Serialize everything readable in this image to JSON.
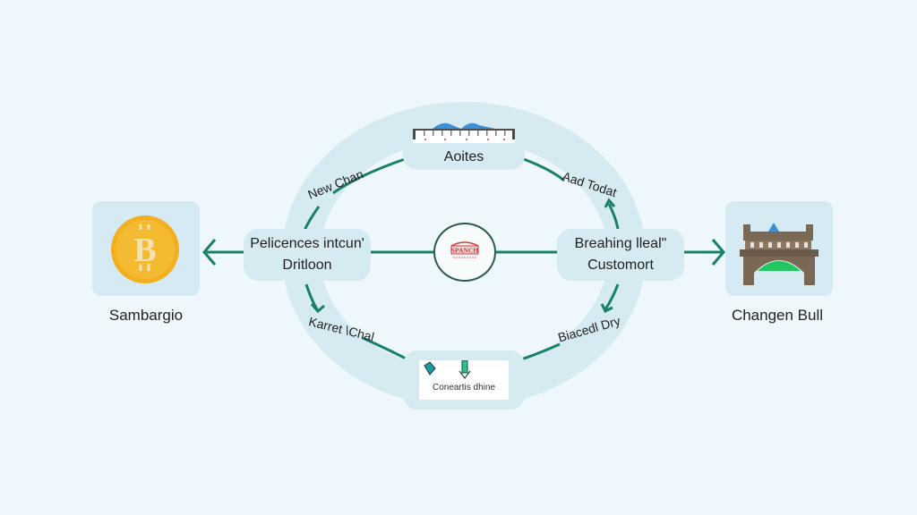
{
  "colors": {
    "background": "#eef7fb",
    "ring": "#d6eaf2",
    "connector": "#17806a",
    "coin": "#f2b020",
    "bridge_stone": "#7a6754",
    "bridge_arch": "#22c55e",
    "accent_blue": "#3a8fd6",
    "logo_red": "#d13b3b"
  },
  "left_entity": {
    "label": "Sambargio",
    "icon": "bitcoin-coin-icon",
    "icon_glyph": "₿"
  },
  "right_entity": {
    "label": "Changen Bull",
    "icon": "bridge-castle-icon"
  },
  "nodes": {
    "top": {
      "label": "Aoites",
      "icon": "bridge-banner-icon"
    },
    "left": {
      "line1": "Pelicences intcun'",
      "line2": "Dritloon"
    },
    "right": {
      "line1": "Breahing lleal\"",
      "line2": "Customort"
    },
    "bottom": {
      "label": "Coneartis dhine",
      "icons": [
        "teal-tag-icon",
        "down-arrow-icon"
      ]
    },
    "center": {
      "icon": "center-logo-icon",
      "logo_text": "SPANCH"
    }
  },
  "edge_labels": {
    "top_left": "New Chan",
    "top_right": "Aad Todat",
    "bottom_left": "Karret \\Chal",
    "bottom_right": "Biacedl Dry"
  }
}
